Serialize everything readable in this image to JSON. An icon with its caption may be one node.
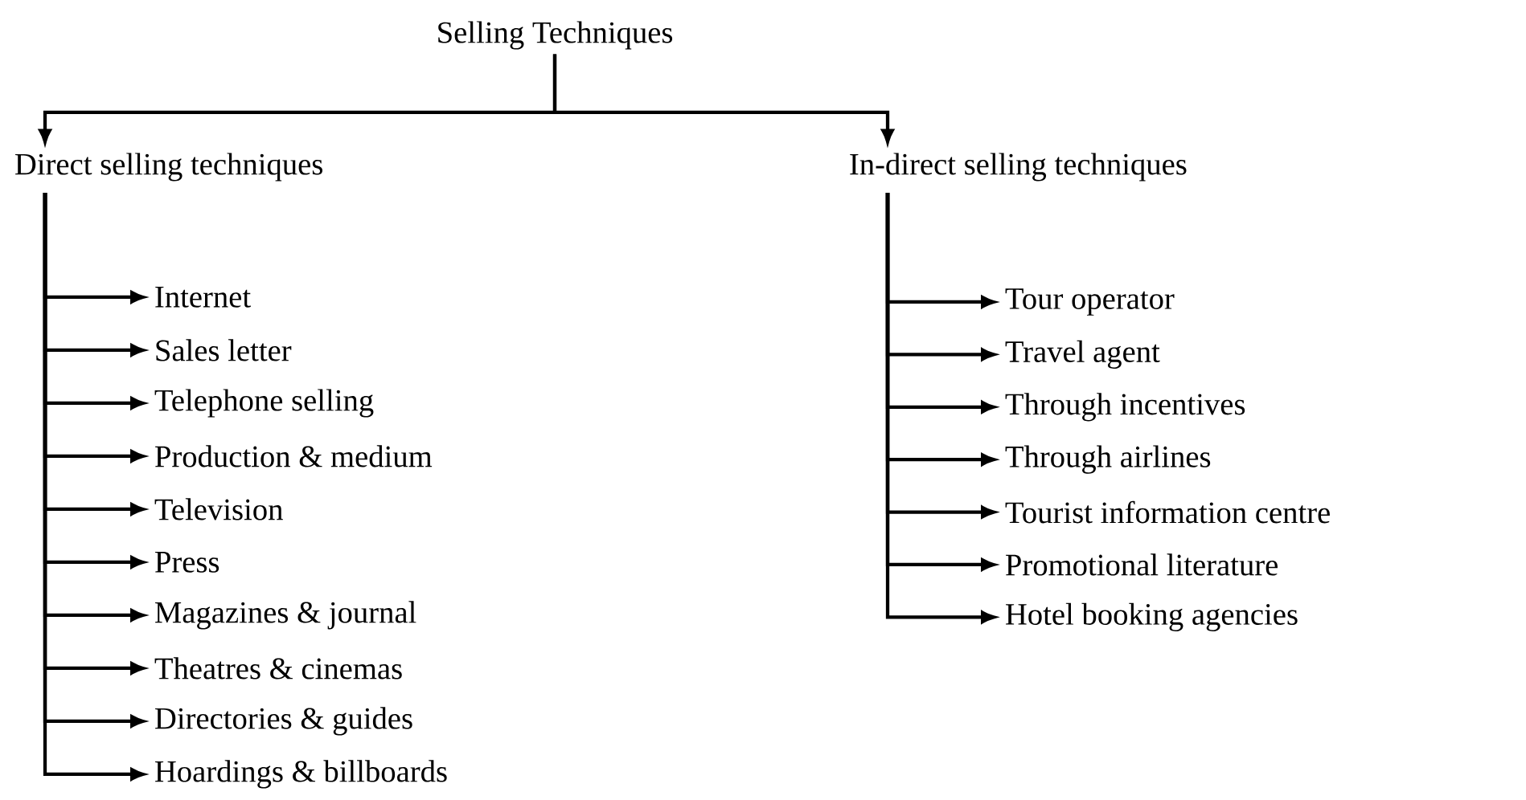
{
  "diagram": {
    "nodes": [
      {
        "text": [
          "Selling Techniques"
        ]
      },
      {
        "text": [
          "Direct selling techniques"
        ]
      },
      {
        "text": [
          "In-direct selling techniques"
        ]
      },
      {
        "text": [
          "Internet"
        ]
      },
      {
        "text": [
          "Sales letter"
        ]
      },
      {
        "text": [
          "Telephone selling"
        ]
      },
      {
        "text": [
          "Production & medium"
        ]
      },
      {
        "text": [
          "Television"
        ]
      },
      {
        "text": [
          "Press"
        ]
      },
      {
        "text": [
          "Magazines & journal"
        ]
      },
      {
        "text": [
          "Theatres & cinemas"
        ]
      },
      {
        "text": [
          "Directories & guides"
        ]
      },
      {
        "text": [
          "Hoardings & billboards"
        ]
      },
      {
        "text": [
          "Tour operator"
        ]
      },
      {
        "text": [
          "Travel agent"
        ]
      },
      {
        "text": [
          "Through incentives"
        ]
      },
      {
        "text": [
          "Through airlines"
        ]
      },
      {
        "text": [
          "Tourist information centre"
        ]
      },
      {
        "text": [
          "Promotional literature"
        ]
      },
      {
        "text": [
          "Hotel booking agencies"
        ]
      }
    ],
    "edges": [
      {
        "from": 0,
        "to": 1,
        "arrow": "to"
      },
      {
        "from": 0,
        "to": 2,
        "arrow": "to"
      },
      {
        "from": 1,
        "to": 3,
        "arrow": "to"
      },
      {
        "from": 1,
        "to": 4,
        "arrow": "to"
      },
      {
        "from": 1,
        "to": 5,
        "arrow": "to"
      },
      {
        "from": 1,
        "to": 6,
        "arrow": "to"
      },
      {
        "from": 1,
        "to": 7,
        "arrow": "to"
      },
      {
        "from": 1,
        "to": 8,
        "arrow": "to"
      },
      {
        "from": 1,
        "to": 9,
        "arrow": "to"
      },
      {
        "from": 1,
        "to": 10,
        "arrow": "to"
      },
      {
        "from": 1,
        "to": 11,
        "arrow": "to"
      },
      {
        "from": 1,
        "to": 12,
        "arrow": "to"
      },
      {
        "from": 2,
        "to": 13,
        "arrow": "to"
      },
      {
        "from": 2,
        "to": 14,
        "arrow": "to"
      },
      {
        "from": 2,
        "to": 15,
        "arrow": "to"
      },
      {
        "from": 2,
        "to": 16,
        "arrow": "to"
      },
      {
        "from": 2,
        "to": 17,
        "arrow": "to"
      },
      {
        "from": 2,
        "to": 18,
        "arrow": "to"
      },
      {
        "from": 2,
        "to": 19,
        "arrow": "to"
      }
    ]
  }
}
